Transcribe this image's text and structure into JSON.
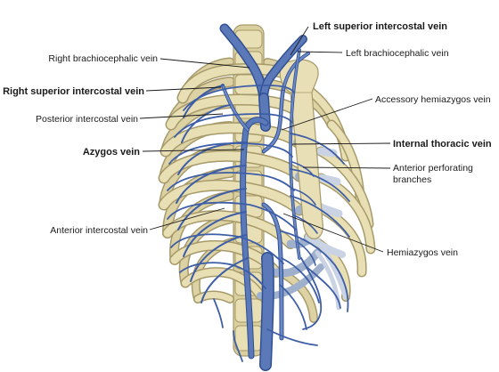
{
  "colors": {
    "background": "#ffffff",
    "bone": "#e8dfb4",
    "bone_edge": "#a79a6a",
    "cartilage": "#c9d3e3",
    "vein": "#5b79b8",
    "vein_dark": "#2f4f94",
    "label_text": "#1a1a1a"
  },
  "labels": {
    "left_superior_intercostal_vein": "Left superior intercostal vein",
    "right_brachiocephalic_vein": "Right brachiocephalic vein",
    "left_brachiocephalic_vein": "Left brachiocephalic vein",
    "right_superior_intercostal_vein": "Right superior intercostal vein",
    "accessory_hemiazygos_vein": "Accessory hemiazygos vein",
    "posterior_intercostal_vein": "Posterior intercostal vein",
    "internal_thoracic_vein": "Internal thoracic vein",
    "azygos_vein": "Azygos vein",
    "anterior_perforating_branches_line1": "Anterior perforating",
    "anterior_perforating_branches_line2": "branches",
    "anterior_intercostal_vein": "Anterior intercostal vein",
    "hemiazygos_vein": "Hemiazygos vein"
  }
}
